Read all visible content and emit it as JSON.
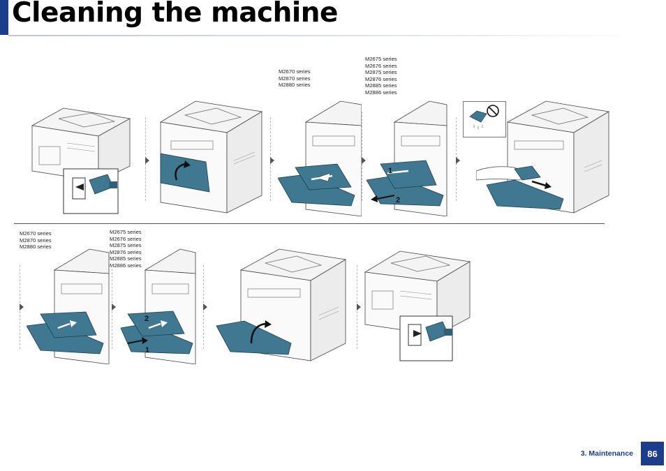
{
  "page_title": "Cleaning the machine",
  "series_labels": {
    "group_a": [
      "M2670 series",
      "M2870 series",
      "M2880 series"
    ],
    "group_b": [
      "M2675 series",
      "M2676 series",
      "M2875 series",
      "M2876 series",
      "M2885 series",
      "M2886 series"
    ]
  },
  "callouts": {
    "one": "1",
    "two": "2"
  },
  "footer": {
    "section": "3. Maintenance",
    "page_number": "86"
  },
  "colors": {
    "brand_blue": "#1b3d8c",
    "part_teal": "#3f7890"
  },
  "icons": {
    "prohibited": "no-touch-symbol",
    "power_plug": "power-plug"
  }
}
